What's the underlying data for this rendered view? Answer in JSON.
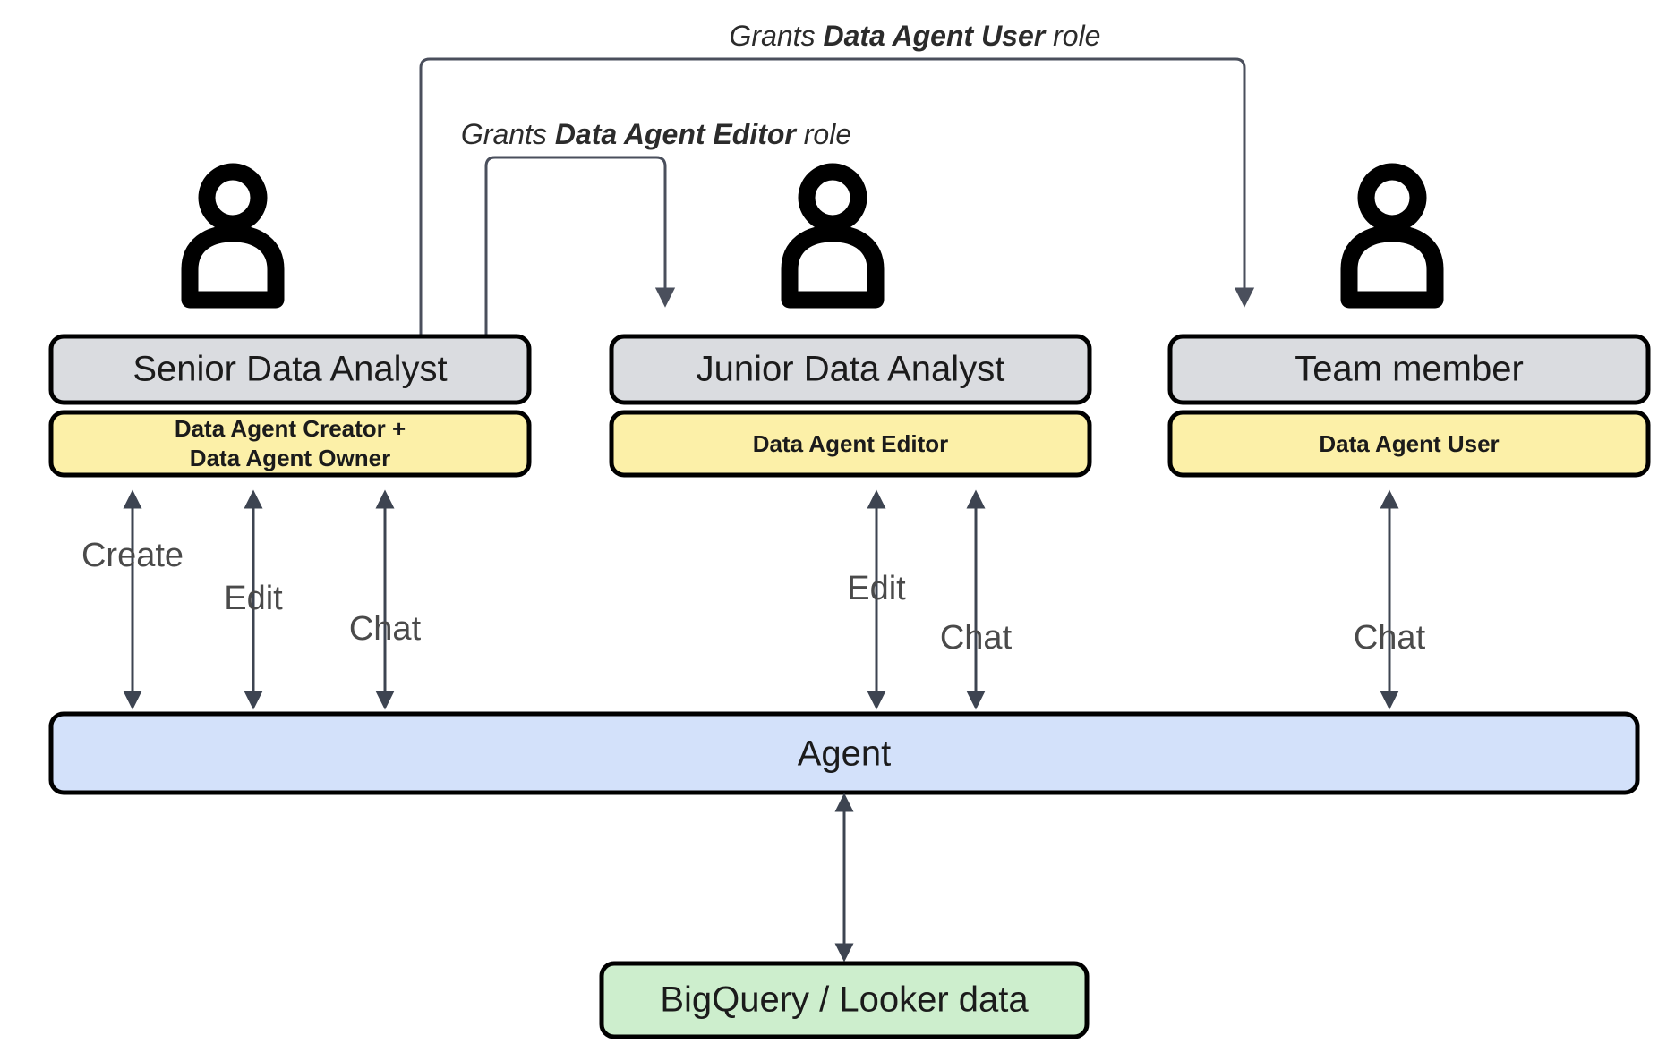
{
  "diagram": {
    "title": "Data Agent role permissions diagram",
    "colors": {
      "persona_fill": "#dadce0",
      "role_fill": "#fcf0a8",
      "agent_fill": "#d3e1fa",
      "data_fill": "#cdeecd",
      "stroke": "#000000",
      "arrow": "#3d4451",
      "edge_label": "#4a4a4a"
    },
    "personas": [
      {
        "id": "senior-data-analyst",
        "name": "Senior Data Analyst",
        "role": "Data Agent Creator +\nData Agent Owner",
        "role_line1": "Data Agent Creator +",
        "role_line2": "Data Agent Owner",
        "actions": [
          "Create",
          "Edit",
          "Chat"
        ]
      },
      {
        "id": "junior-data-analyst",
        "name": "Junior Data Analyst",
        "role": "Data Agent Editor",
        "role_line1": "Data Agent Editor",
        "role_line2": "",
        "actions": [
          "Edit",
          "Chat"
        ]
      },
      {
        "id": "team-member",
        "name": "Team member",
        "role": "Data Agent User",
        "role_line1": "Data Agent User",
        "role_line2": "",
        "actions": [
          "Chat"
        ]
      }
    ],
    "grants": [
      {
        "id": "grant-data-agent-user",
        "prefix": "Grants ",
        "role": "Data Agent User",
        "suffix": " role",
        "from": "senior-data-analyst",
        "to": "team-member"
      },
      {
        "id": "grant-data-agent-editor",
        "prefix": "Grants ",
        "role": "Data Agent Editor",
        "suffix": " role",
        "from": "senior-data-analyst",
        "to": "junior-data-analyst"
      }
    ],
    "agent": {
      "id": "agent",
      "label": "Agent"
    },
    "datasource": {
      "id": "bigquery-looker-data",
      "label": "BigQuery / Looker data"
    },
    "edges": {
      "senior_create": "Create",
      "senior_edit": "Edit",
      "senior_chat": "Chat",
      "junior_edit": "Edit",
      "junior_chat": "Chat",
      "team_chat": "Chat"
    },
    "icons": {
      "person": "person-icon"
    }
  }
}
